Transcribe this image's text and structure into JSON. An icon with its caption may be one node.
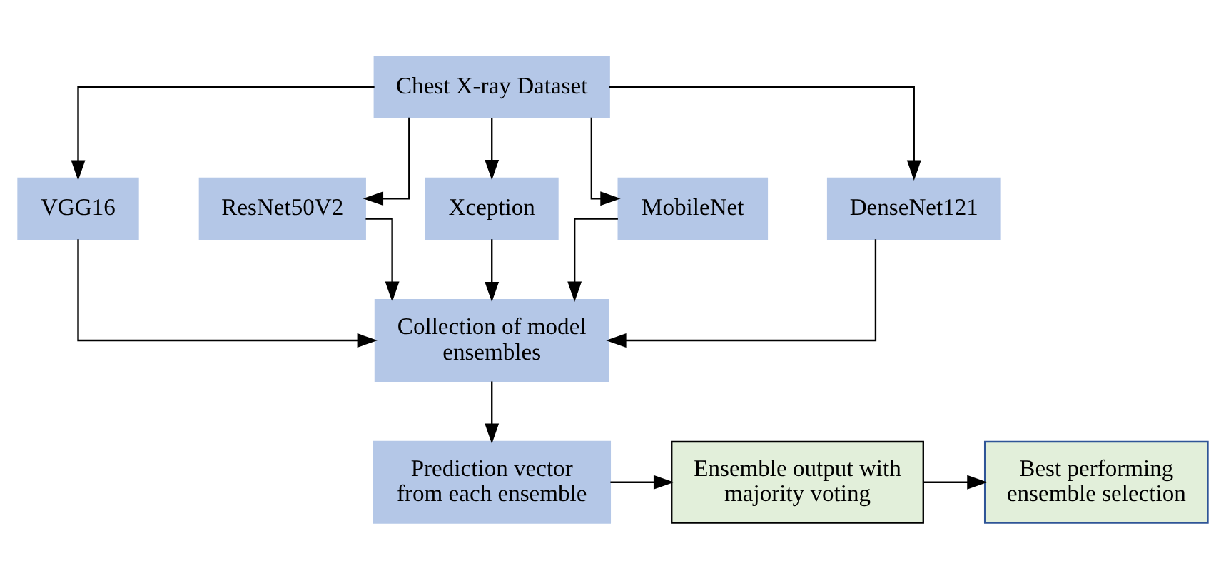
{
  "diagram": {
    "nodes": [
      {
        "text": [
          "Chest X-ray Dataset"
        ]
      },
      {
        "text": [
          "VGG16"
        ]
      },
      {
        "text": [
          "ResNet50V2"
        ]
      },
      {
        "text": [
          "Xception"
        ]
      },
      {
        "text": [
          "MobileNet"
        ]
      },
      {
        "text": [
          "DenseNet121"
        ]
      },
      {
        "text": [
          "Collection of model ensembles"
        ]
      },
      {
        "text": [
          "Prediction vector from each ensemble"
        ]
      },
      {
        "text": [
          "Ensemble output with majority voting"
        ]
      },
      {
        "text": [
          "Best performing ensemble selection"
        ]
      }
    ],
    "edges": [
      {
        "from": 0,
        "to": 1,
        "arrow": "to"
      },
      {
        "from": 0,
        "to": 2,
        "arrow": "to"
      },
      {
        "from": 0,
        "to": 3,
        "arrow": "to"
      },
      {
        "from": 0,
        "to": 4,
        "arrow": "to"
      },
      {
        "from": 0,
        "to": 5,
        "arrow": "to"
      },
      {
        "from": 1,
        "to": 6,
        "arrow": "to"
      },
      {
        "from": 2,
        "to": 6,
        "arrow": "to"
      },
      {
        "from": 3,
        "to": 6,
        "arrow": "to"
      },
      {
        "from": 4,
        "to": 6,
        "arrow": "to"
      },
      {
        "from": 5,
        "to": 6,
        "arrow": "to"
      },
      {
        "from": 6,
        "to": 7,
        "arrow": "to"
      },
      {
        "from": 7,
        "to": 8,
        "arrow": "to"
      },
      {
        "from": 8,
        "to": 9,
        "arrow": "to"
      }
    ]
  }
}
